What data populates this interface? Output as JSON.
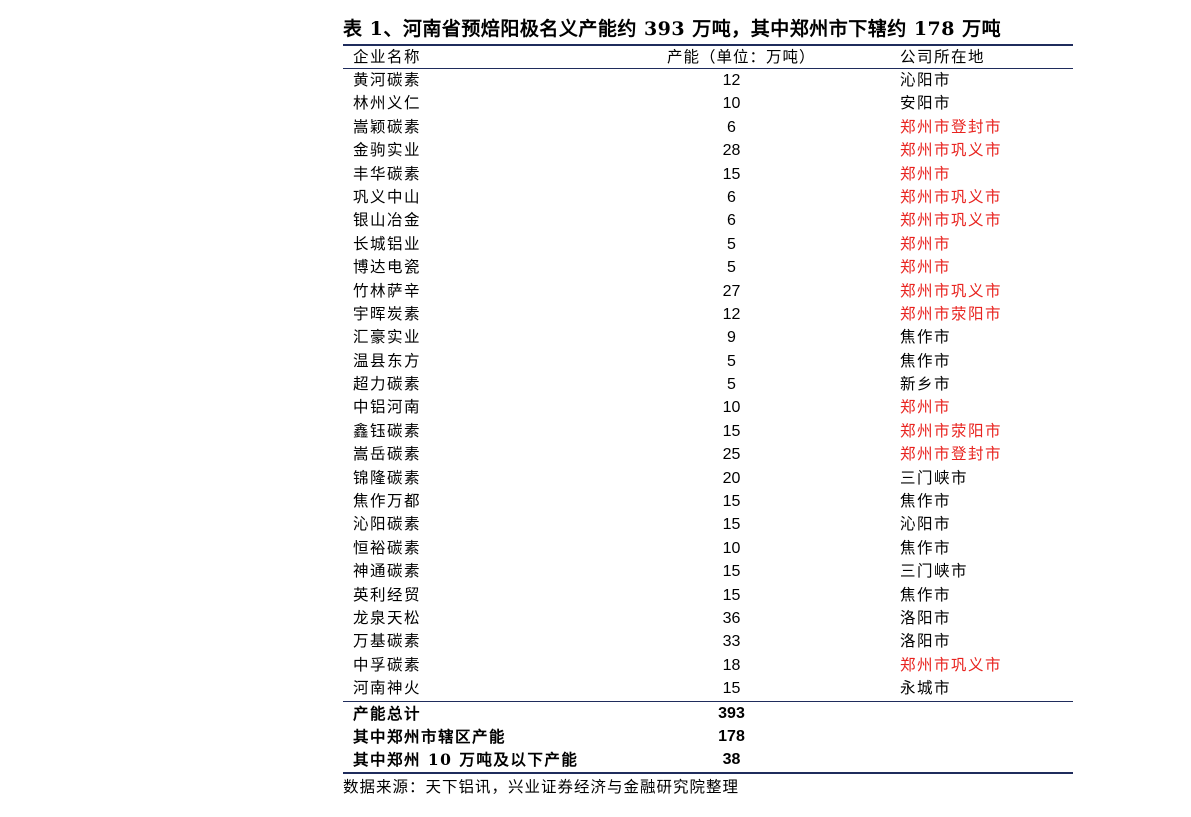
{
  "title": "表 1、河南省预焙阳极名义产能约 393 万吨，其中郑州市下辖约 178 万吨",
  "headers": {
    "name": "企业名称",
    "capacity": "产能（单位：万吨）",
    "location": "公司所在地"
  },
  "rows": [
    {
      "name": "黄河碳素",
      "capacity": "12",
      "location": "沁阳市",
      "zhengzhou": false
    },
    {
      "name": "林州义仁",
      "capacity": "10",
      "location": "安阳市",
      "zhengzhou": false
    },
    {
      "name": "嵩颖碳素",
      "capacity": "6",
      "location": "郑州市登封市",
      "zhengzhou": true
    },
    {
      "name": "金驹实业",
      "capacity": "28",
      "location": "郑州市巩义市",
      "zhengzhou": true
    },
    {
      "name": "丰华碳素",
      "capacity": "15",
      "location": "郑州市",
      "zhengzhou": true
    },
    {
      "name": "巩义中山",
      "capacity": "6",
      "location": "郑州市巩义市",
      "zhengzhou": true
    },
    {
      "name": "银山冶金",
      "capacity": "6",
      "location": "郑州市巩义市",
      "zhengzhou": true
    },
    {
      "name": "长城铝业",
      "capacity": "5",
      "location": "郑州市",
      "zhengzhou": true
    },
    {
      "name": "博达电瓷",
      "capacity": "5",
      "location": "郑州市",
      "zhengzhou": true
    },
    {
      "name": "竹林萨辛",
      "capacity": "27",
      "location": "郑州市巩义市",
      "zhengzhou": true
    },
    {
      "name": "宇晖炭素",
      "capacity": "12",
      "location": "郑州市荥阳市",
      "zhengzhou": true
    },
    {
      "name": "汇豪实业",
      "capacity": "9",
      "location": "焦作市",
      "zhengzhou": false
    },
    {
      "name": "温县东方",
      "capacity": "5",
      "location": "焦作市",
      "zhengzhou": false
    },
    {
      "name": "超力碳素",
      "capacity": "5",
      "location": "新乡市",
      "zhengzhou": false
    },
    {
      "name": "中铝河南",
      "capacity": "10",
      "location": "郑州市",
      "zhengzhou": true
    },
    {
      "name": "鑫钰碳素",
      "capacity": "15",
      "location": "郑州市荥阳市",
      "zhengzhou": true
    },
    {
      "name": "嵩岳碳素",
      "capacity": "25",
      "location": "郑州市登封市",
      "zhengzhou": true
    },
    {
      "name": "锦隆碳素",
      "capacity": "20",
      "location": "三门峡市",
      "zhengzhou": false
    },
    {
      "name": "焦作万都",
      "capacity": "15",
      "location": "焦作市",
      "zhengzhou": false
    },
    {
      "name": "沁阳碳素",
      "capacity": "15",
      "location": "沁阳市",
      "zhengzhou": false
    },
    {
      "name": "恒裕碳素",
      "capacity": "10",
      "location": "焦作市",
      "zhengzhou": false
    },
    {
      "name": "神通碳素",
      "capacity": "15",
      "location": "三门峡市",
      "zhengzhou": false
    },
    {
      "name": "英利经贸",
      "capacity": "15",
      "location": "焦作市",
      "zhengzhou": false
    },
    {
      "name": "龙泉天松",
      "capacity": "36",
      "location": "洛阳市",
      "zhengzhou": false
    },
    {
      "name": "万基碳素",
      "capacity": "33",
      "location": "洛阳市",
      "zhengzhou": false
    },
    {
      "name": "中孚碳素",
      "capacity": "18",
      "location": "郑州市巩义市",
      "zhengzhou": true
    },
    {
      "name": "河南神火",
      "capacity": "15",
      "location": "永城市",
      "zhengzhou": false
    }
  ],
  "summary": [
    {
      "label": "产能总计",
      "value": "393"
    },
    {
      "label": "其中郑州市辖区产能",
      "value": "178"
    },
    {
      "label": "其中郑州 10 万吨及以下产能",
      "value": "38"
    }
  ],
  "source": "数据来源：天下铝讯，兴业证券经济与金融研究院整理",
  "colors": {
    "rule": "#1f2c5c",
    "zhengzhou_highlight": "#e8231f",
    "text": "#000000"
  }
}
